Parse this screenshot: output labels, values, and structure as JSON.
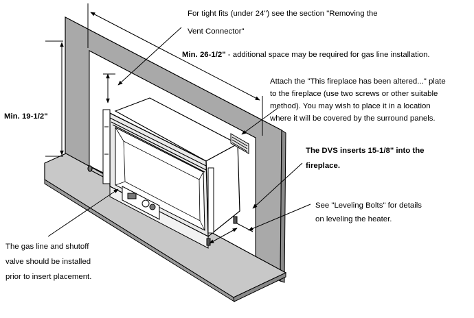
{
  "callouts": {
    "tight_fit": {
      "line1": "For tight fits (under 24\") see the section \"Removing the",
      "line2": "Vent Connector\""
    },
    "depth": {
      "bold": "Min. 26-1/2\"",
      "rest": " - additional space may be required for gas line installation."
    },
    "plate": {
      "line1": "Attach the \"This fireplace has been altered...\" plate",
      "line2": "to the fireplace (use two screws or other suitable",
      "line3": "method).  You may wish to place it in a location",
      "line4": "where it will be covered by the surround panels."
    },
    "height": "Min. 19-1/2\"",
    "dvs": {
      "line1": "The DVS inserts 15-1/8\" into the",
      "line2": "fireplace."
    },
    "leveling": {
      "line1": "See \"Leveling Bolts\" for details",
      "line2": "on leveling the heater."
    },
    "gas": {
      "line1": "The gas line and shutoff",
      "line2": "valve should be installed",
      "line3": "prior to insert placement."
    }
  },
  "colors": {
    "wall": "#a9a9a9",
    "hearth": "#c8c8c8",
    "opening": "#ffffff",
    "line": "#000000"
  }
}
